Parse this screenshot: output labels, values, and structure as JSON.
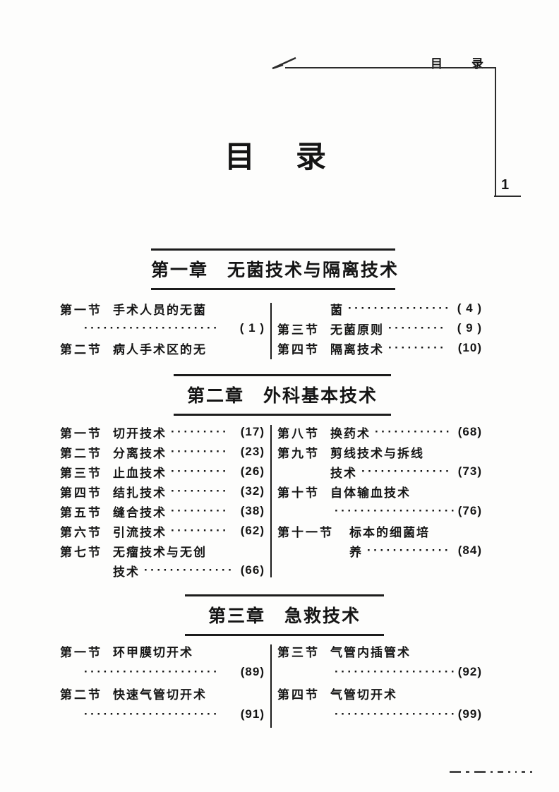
{
  "page": {
    "background": "#fdfdfc",
    "ink": "#151515",
    "running_header": {
      "char1": "目",
      "char2": "录"
    },
    "page_number": "1",
    "title": {
      "char1": "目",
      "char2": "录"
    }
  },
  "chapters": [
    {
      "heading": "第一章　无菌技术与隔离技术",
      "left": [
        {
          "sec": "第一节",
          "ind": 75,
          "text": "手术人员的无菌"
        },
        {
          "sec": "",
          "ind": 28,
          "text": "",
          "dots": "·····················",
          "page": "( 1 )"
        },
        {
          "sec": "第二节",
          "ind": 75,
          "text": "病人手术区的无"
        }
      ],
      "right": [
        {
          "sec": "",
          "ind": 75,
          "text": "菌",
          "dots": "················",
          "page": "( 4 )"
        },
        {
          "sec": "第三节",
          "ind": 75,
          "text": "无菌原则",
          "dots": "·········",
          "page": "( 9 )"
        },
        {
          "sec": "第四节",
          "ind": 75,
          "text": "隔离技术",
          "dots": "·········",
          "page": "(10)"
        }
      ]
    },
    {
      "heading": "第二章　外科基本技术",
      "left": [
        {
          "sec": "第一节",
          "ind": 75,
          "text": "切开技术",
          "dots": "·········",
          "page": "(17)"
        },
        {
          "sec": "第二节",
          "ind": 75,
          "text": "分离技术",
          "dots": "·········",
          "page": "(23)"
        },
        {
          "sec": "第三节",
          "ind": 75,
          "text": "止血技术",
          "dots": "·········",
          "page": "(26)"
        },
        {
          "sec": "第四节",
          "ind": 75,
          "text": "结扎技术",
          "dots": "·········",
          "page": "(32)"
        },
        {
          "sec": "第五节",
          "ind": 75,
          "text": "缝合技术",
          "dots": "·········",
          "page": "(38)"
        },
        {
          "sec": "第六节",
          "ind": 75,
          "text": "引流技术",
          "dots": "·········",
          "page": "(62)"
        },
        {
          "sec": "第七节",
          "ind": 75,
          "text": "无瘤技术与无创"
        },
        {
          "sec": "",
          "ind": 75,
          "text": "技术",
          "dots": "··············",
          "page": "(66)"
        }
      ],
      "right": [
        {
          "sec": "第八节",
          "ind": 75,
          "text": "换药术",
          "dots": "············",
          "page": "(68)"
        },
        {
          "sec": "第九节",
          "ind": 75,
          "text": "剪线技术与拆线"
        },
        {
          "sec": "",
          "ind": 75,
          "text": "技术",
          "dots": "··············",
          "page": "(73)"
        },
        {
          "sec": "第十节",
          "ind": 75,
          "text": "自体输血技术"
        },
        {
          "sec": "",
          "ind": 75,
          "text": "",
          "dots": "····················",
          "page": "(76)"
        },
        {
          "sec": "第十一节",
          "ind": 102,
          "text": "标本的细菌培"
        },
        {
          "sec": "",
          "ind": 102,
          "text": "养",
          "dots": "·············",
          "page": "(84)"
        }
      ]
    },
    {
      "heading": "第三章　急救技术",
      "left": [
        {
          "sec": "第一节",
          "ind": 75,
          "text": "环甲膜切开术"
        },
        {
          "sec": "",
          "ind": 28,
          "text": "",
          "dots": "·····················",
          "page": "(89)"
        },
        {
          "sec": "第二节",
          "ind": 75,
          "text": "快速气管切开术"
        },
        {
          "sec": "",
          "ind": 28,
          "text": "",
          "dots": "·····················",
          "page": "(91)"
        }
      ],
      "right": [
        {
          "sec": "第三节",
          "ind": 75,
          "text": "气管内插管术"
        },
        {
          "sec": "",
          "ind": 75,
          "text": "",
          "dots": "····················",
          "page": "(92)"
        },
        {
          "sec": "第四节",
          "ind": 75,
          "text": "气管切开术"
        },
        {
          "sec": "",
          "ind": 75,
          "text": "",
          "dots": "····················",
          "page": "(99)"
        }
      ]
    }
  ],
  "artifacts": {
    "bottom_segments": [
      16,
      5,
      16,
      3,
      8,
      3,
      2,
      5,
      3
    ]
  }
}
